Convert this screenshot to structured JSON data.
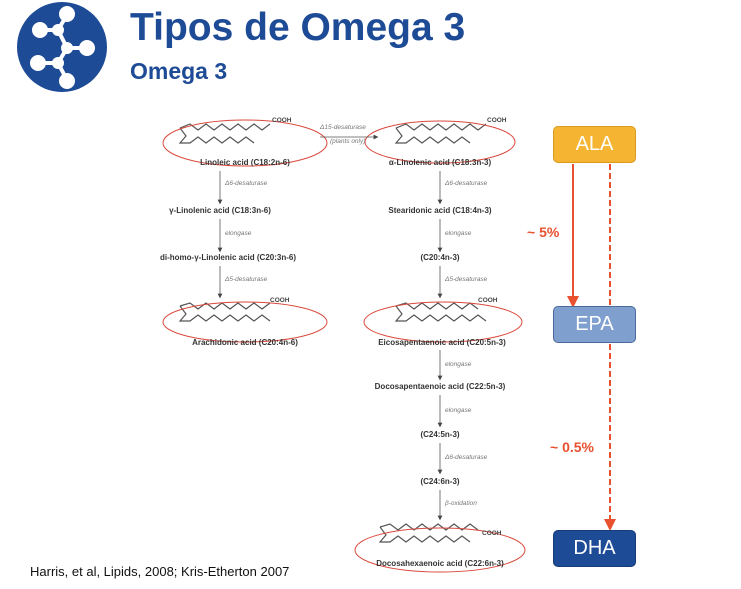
{
  "header": {
    "title": "Tipos de Omega 3",
    "subtitle": "Omega 3"
  },
  "omega6": {
    "acids": [
      "Linoleic acid (C18:2n-6)",
      "γ-Linolenic acid (C18:3n-6)",
      "di-homo-γ-Linolenic acid (C20:3n-6)",
      "Arachidonic acid (C20:4n-6)"
    ],
    "enzymes": [
      "Δ6-desaturase",
      "elongase",
      "Δ5-desaturase"
    ]
  },
  "omega3": {
    "acids": [
      "α-Linolenic acid (C18:3n-3)",
      "Stearidonic acid (C18:4n-3)",
      "(C20:4n-3)",
      "Eicosapentaenoic acid (C20:5n-3)",
      "Docosapentaenoic acid (C22:5n-3)",
      "(C24:5n-3)",
      "(C24:6n-3)",
      "Docosahexaenoic acid (C22:6n-3)"
    ],
    "enzymes": [
      "Δ6-desaturase",
      "elongase",
      "Δ5-desaturase",
      "elongase",
      "elongase",
      "Δ6-desaturase",
      "β-oxidation"
    ]
  },
  "cross": {
    "enzyme": "Δ15-desaturase",
    "note": "(plants only)"
  },
  "cooh": "COOH",
  "boxes": {
    "ala": {
      "label": "ALA",
      "color": "#f5b533"
    },
    "epa": {
      "label": "EPA",
      "color": "#7f9fcf"
    },
    "dha": {
      "label": "DHA",
      "color": "#1e4b96"
    }
  },
  "conversion": {
    "ala_to_epa": "~ 5%",
    "epa_to_dha": "~ 0.5%"
  },
  "footer": "Harris, et al, Lipids, 2008; Kris-Etherton 2007"
}
